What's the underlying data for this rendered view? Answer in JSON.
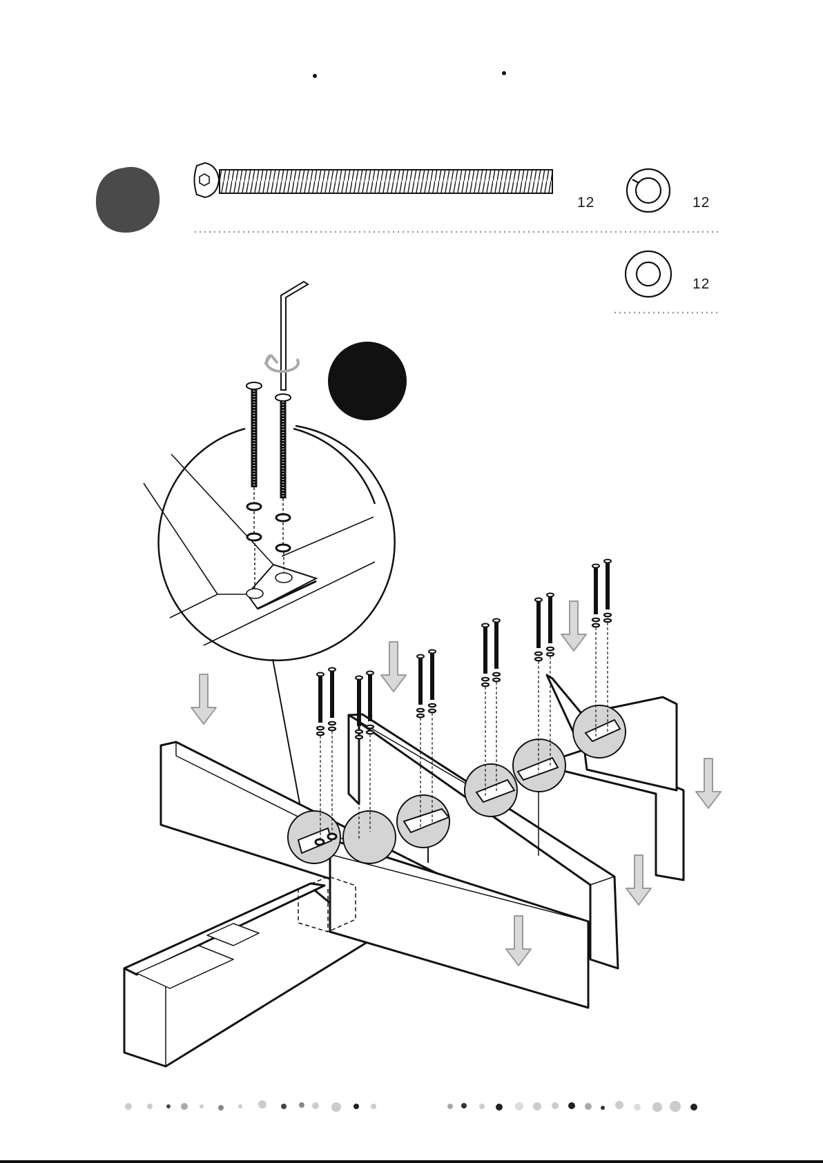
{
  "parts": {
    "bolt": {
      "icon": "hex-socket-bolt-icon",
      "quantity": "12"
    },
    "spring_washer": {
      "icon": "spring-washer-icon",
      "quantity": "12"
    },
    "flat_washer": {
      "icon": "flat-washer-icon",
      "quantity": "12"
    }
  },
  "tools": {
    "allen_key": {
      "icon": "allen-key-icon"
    }
  },
  "colors": {
    "line": "#111111",
    "arrow_fill": "#d9d9d9",
    "arrow_stroke": "#9a9a9a",
    "step_badge_dark": "#4a4a4a",
    "step_badge_black": "#111111",
    "detail_circle_fill": "#d4d4d4"
  }
}
